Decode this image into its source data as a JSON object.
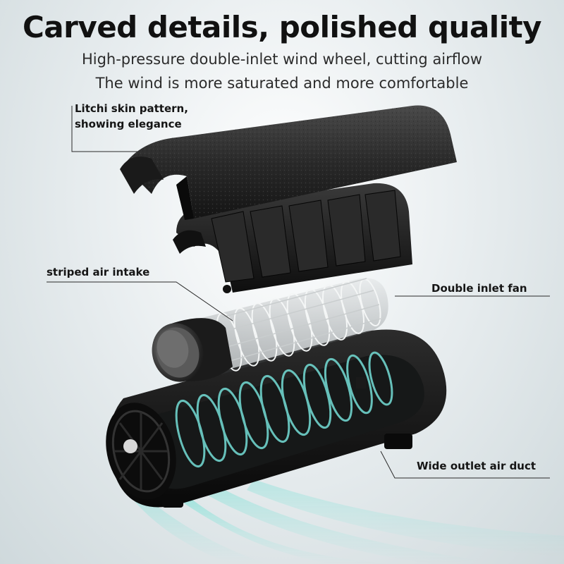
{
  "headline": "Carved details, polished quality",
  "subheadline_line1": "High-pressure double-inlet wind wheel, cutting airflow",
  "subheadline_line2": "The wind is more saturated and more comfortable",
  "callouts": {
    "litchi_line1": "Litchi skin pattern,",
    "litchi_line2": "showing elegance",
    "striped_intake": "striped air intake",
    "double_inlet_fan": "Double inlet fan",
    "wide_outlet": "Wide outlet air duct"
  },
  "colors": {
    "background": "#e9eef0",
    "product_black": "#1a1a1a",
    "airflow_teal": "#6fd3cc",
    "text": "#111111"
  },
  "icons": [
    "litchi-cover",
    "ribbed-cover",
    "fan-cage",
    "fan-housing",
    "airflow-waves"
  ]
}
